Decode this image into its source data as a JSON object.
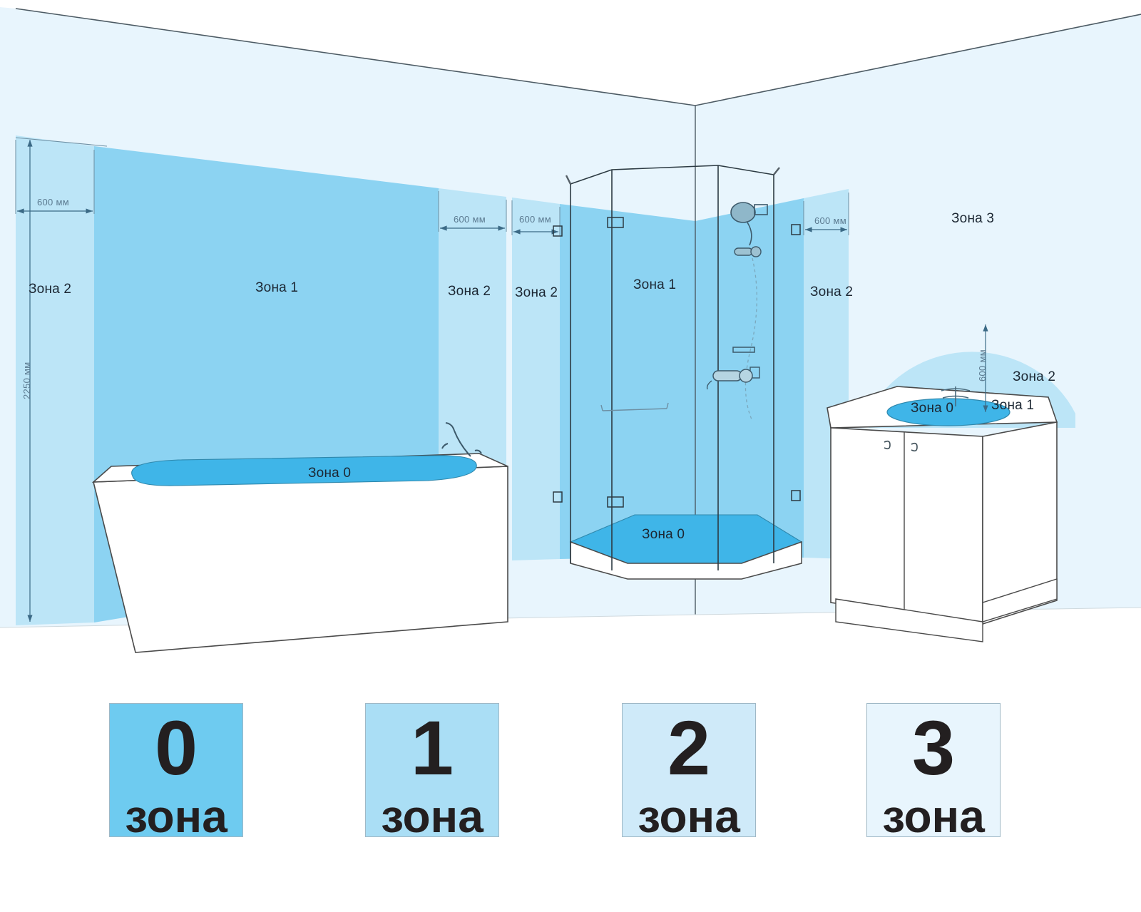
{
  "colors": {
    "zone0": "#3fb5e8",
    "zone1": "#8cd3f2",
    "zone2": "#bce5f7",
    "zone3": "#e8f5fd",
    "ceiling": "#ffffff",
    "outline": "#3a3a3a",
    "dim_text": "#5b7a90",
    "label_text": "#1c2733"
  },
  "scene": {
    "bath_group": {
      "zone2_left_label": "Зона 2",
      "zone1_label": "Зона 1",
      "zone2_right_label": "Зона 2",
      "zone0_label": "Зона 0",
      "dim_left_600": "600 мм",
      "dim_right_600": "600 мм",
      "dim_height_2250": "2250 мм"
    },
    "shower_group": {
      "zone2_left_label": "Зона 2",
      "zone1_label": "Зона 1",
      "zone2_right_label": "Зона 2",
      "zone0_label": "Зона 0",
      "dim_left_600": "600 мм",
      "dim_right_600": "600 мм"
    },
    "sink_group": {
      "zone0_label": "Зона 0",
      "zone1_label": "Зона 1",
      "zone2_label": "Зона 2",
      "dim_height_600": "600 мм"
    },
    "room": {
      "zone3_label": "Зона 3"
    }
  },
  "legend": {
    "cards": [
      {
        "number": "0",
        "word": "зона",
        "color": "#6ecbf0"
      },
      {
        "number": "1",
        "word": "зона",
        "color": "#aadef5"
      },
      {
        "number": "2",
        "word": "зона",
        "color": "#cfeaf9"
      },
      {
        "number": "3",
        "word": "зона",
        "color": "#e8f5fd"
      }
    ]
  }
}
